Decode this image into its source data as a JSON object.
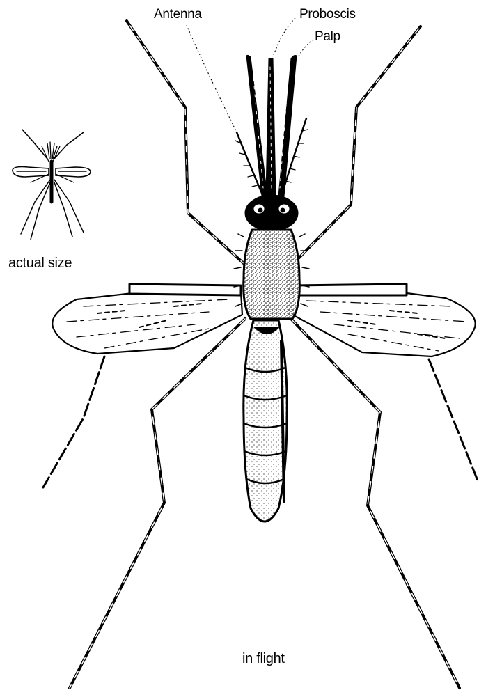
{
  "labels": {
    "antenna": "Antenna",
    "proboscis": "Proboscis",
    "palp": "Palp",
    "actual_size": "actual size",
    "in_flight": "in flight"
  },
  "colors": {
    "ink": "#000000",
    "paper": "#ffffff"
  }
}
